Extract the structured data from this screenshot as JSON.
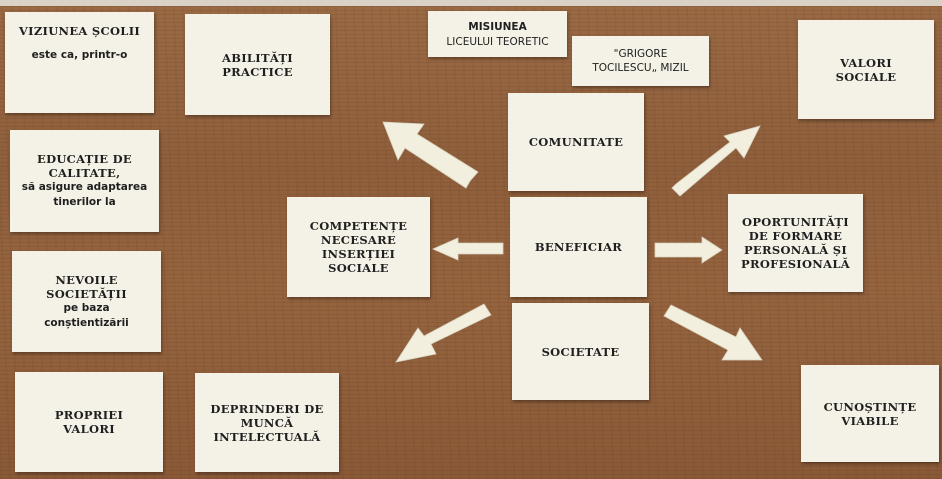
{
  "cards": {
    "viziunea_title": "VIZIUNEA ȘCOLII",
    "viziunea_sub": "este ca, printr-o",
    "abilitati_1": "ABILITĂȚI",
    "abilitati_2": "PRACTICE",
    "misiunea_title": "MISIUNEA",
    "misiunea_sub": "LICEULUI TEORETIC",
    "grigore_1": "\"GRIGORE",
    "grigore_2": "TOCILESCU„ MIZIL",
    "valori_sociale_1": "VALORI",
    "valori_sociale_2": "SOCIALE",
    "educatie_1": "EDUCAȚIE DE",
    "educatie_2": "CALITATE,",
    "educatie_3": "să asigure adaptarea",
    "educatie_4": "tinerilor la",
    "comunitate": "COMUNITATE",
    "competente_1": "COMPETENȚE",
    "competente_2": "NECESARE",
    "competente_3": "INSERȚIEI",
    "competente_4": "SOCIALE",
    "beneficiar": "BENEFICIAR",
    "oportunitati_1": "OPORTUNITĂȚI",
    "oportunitati_2": "DE FORMARE",
    "oportunitati_3": "PERSONALĂ ȘI",
    "oportunitati_4": "PROFESIONALĂ",
    "nevoile_1": "NEVOILE",
    "nevoile_2": "SOCIETĂȚII",
    "nevoile_3": "pe baza",
    "nevoile_4": "conștientizării",
    "societate": "SOCIETATE",
    "propriei_1": "PROPRIEI",
    "propriei_2": "VALORI",
    "deprinderi_1": "DEPRINDERI DE",
    "deprinderi_2": "MUNCĂ",
    "deprinderi_3": "INTELECTUALĂ",
    "cunostinte_1": "CUNOȘTINȚE",
    "cunostinte_2": "VIABILE"
  },
  "colors": {
    "paper": "#f4f1e6",
    "wood": "#8f5f3c",
    "text": "#1f1f1f"
  }
}
